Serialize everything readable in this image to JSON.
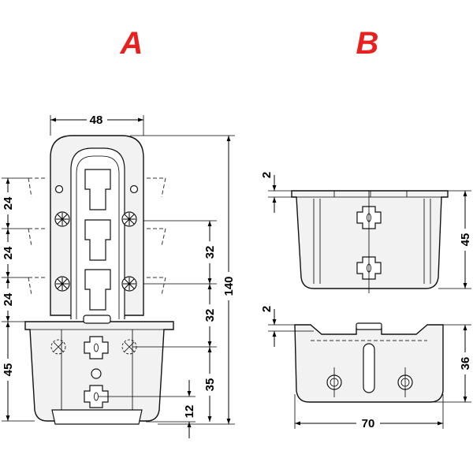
{
  "views": {
    "a": {
      "label": "A"
    },
    "b": {
      "label": "B"
    }
  },
  "colors": {
    "view_label": "#e8201e",
    "lines": "#000000",
    "part_fill": "#f2f2f2"
  },
  "dimensions": {
    "a_width": "48",
    "a_pitch_1": "24",
    "a_pitch_2": "24",
    "a_pitch_3": "24",
    "a_base_height": "45",
    "a_mid_1": "32",
    "a_mid_2": "32",
    "a_total": "140",
    "a_lower": "35",
    "a_bottom": "12",
    "b_top_gap": "2",
    "b_top_height": "45",
    "b_lower_gap": "2",
    "b_lower_height": "36",
    "b_width": "70"
  }
}
